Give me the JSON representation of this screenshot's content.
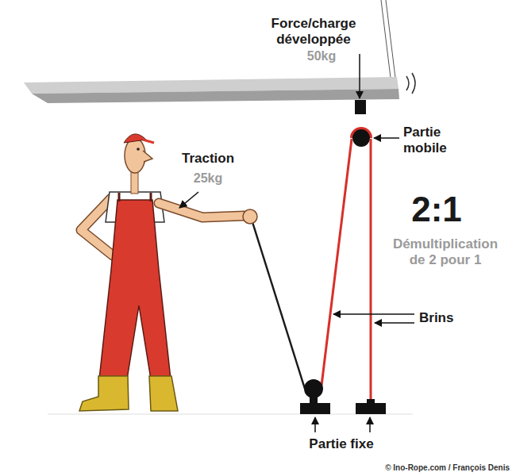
{
  "diagram": {
    "labels": [
      "Force/charge développée",
      "50kg",
      "Traction",
      "25kg",
      "Partie mobile",
      "2:1",
      "Démultiplication de 2 pour 1",
      "Brins",
      "Partie fixe",
      "© Ino-Rope.com / François Denis"
    ]
  }
}
